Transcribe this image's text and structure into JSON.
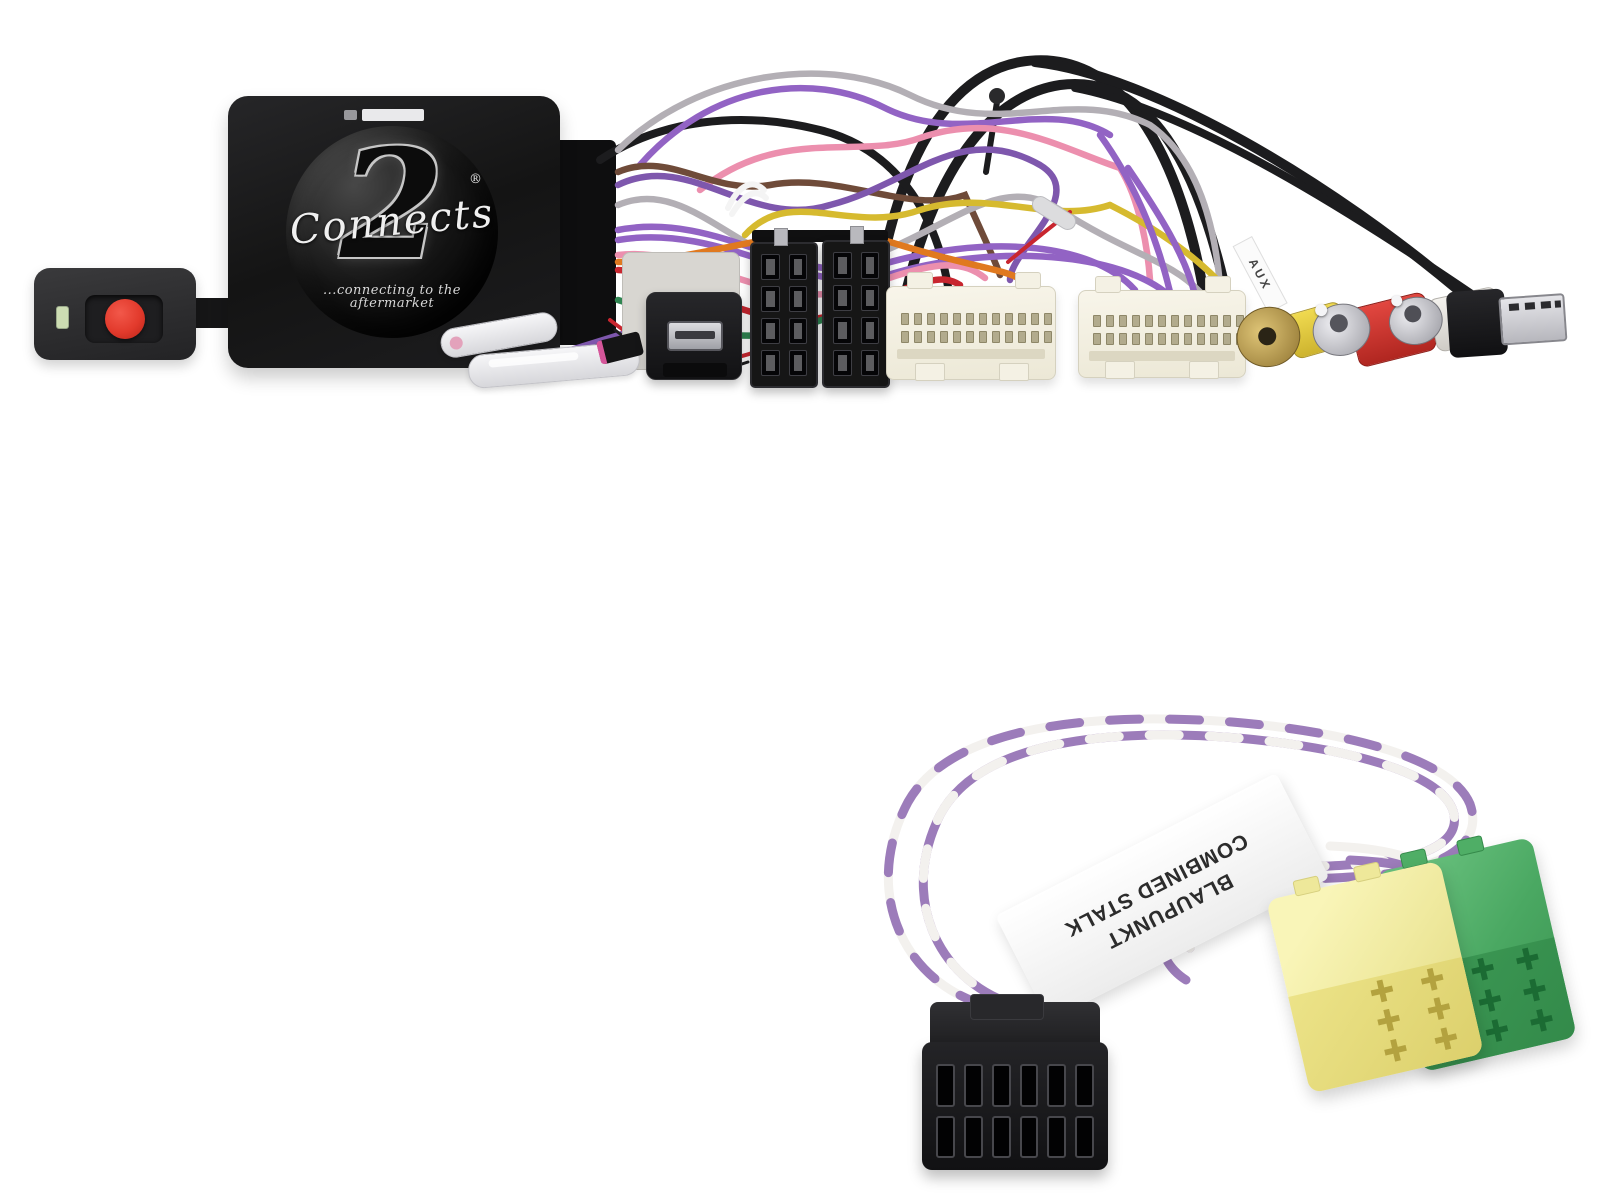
{
  "logo": {
    "word": "Connects",
    "numeral": "2",
    "registered": "®",
    "tagline": "...connecting to the aftermarket"
  },
  "labels": {
    "aux": "AUX",
    "stalk_line1": "BLAUPUNKT",
    "stalk_line2": "COMBINED STALK"
  },
  "palette": {
    "background": "#ffffff",
    "box_black": "#141414",
    "disc_black": "#060606",
    "remote_body": "#2d2d2f",
    "remote_button_red": "#e23a2c",
    "remote_led": "#ccdcb2",
    "iso_black": "#161616",
    "connector_cream": "#ece8d6",
    "mini_usb_black": "#121214",
    "rca_yellow": "#cdb32e",
    "rca_red": "#b02620",
    "rca_white": "#cfccc6",
    "usb_black": "#101012",
    "metal_silver": "#c7c7cb",
    "metal_gold": "#8f7330",
    "mini_iso_yellow": "#efe99e",
    "mini_iso_green": "#4aa862",
    "molex_black": "#111113",
    "twist_purple": "#9c7cba",
    "twist_white": "#f3f1ee",
    "label_white": "#f8f8f8"
  },
  "wire_colors": {
    "black": "#1c1c1e",
    "gray": "#b3afb5",
    "purple": "#7e57ad",
    "violet": "#9263c4",
    "pink": "#ec8fae",
    "magenta": "#d5569a",
    "red": "#c8262f",
    "orange": "#e0791f",
    "yellow": "#d6ba2f",
    "green": "#2f8551",
    "brown": "#6f4b39",
    "white": "#f4f4f4",
    "twist_purple": "#9c7cba",
    "twist_white": "#f3f1ee"
  }
}
